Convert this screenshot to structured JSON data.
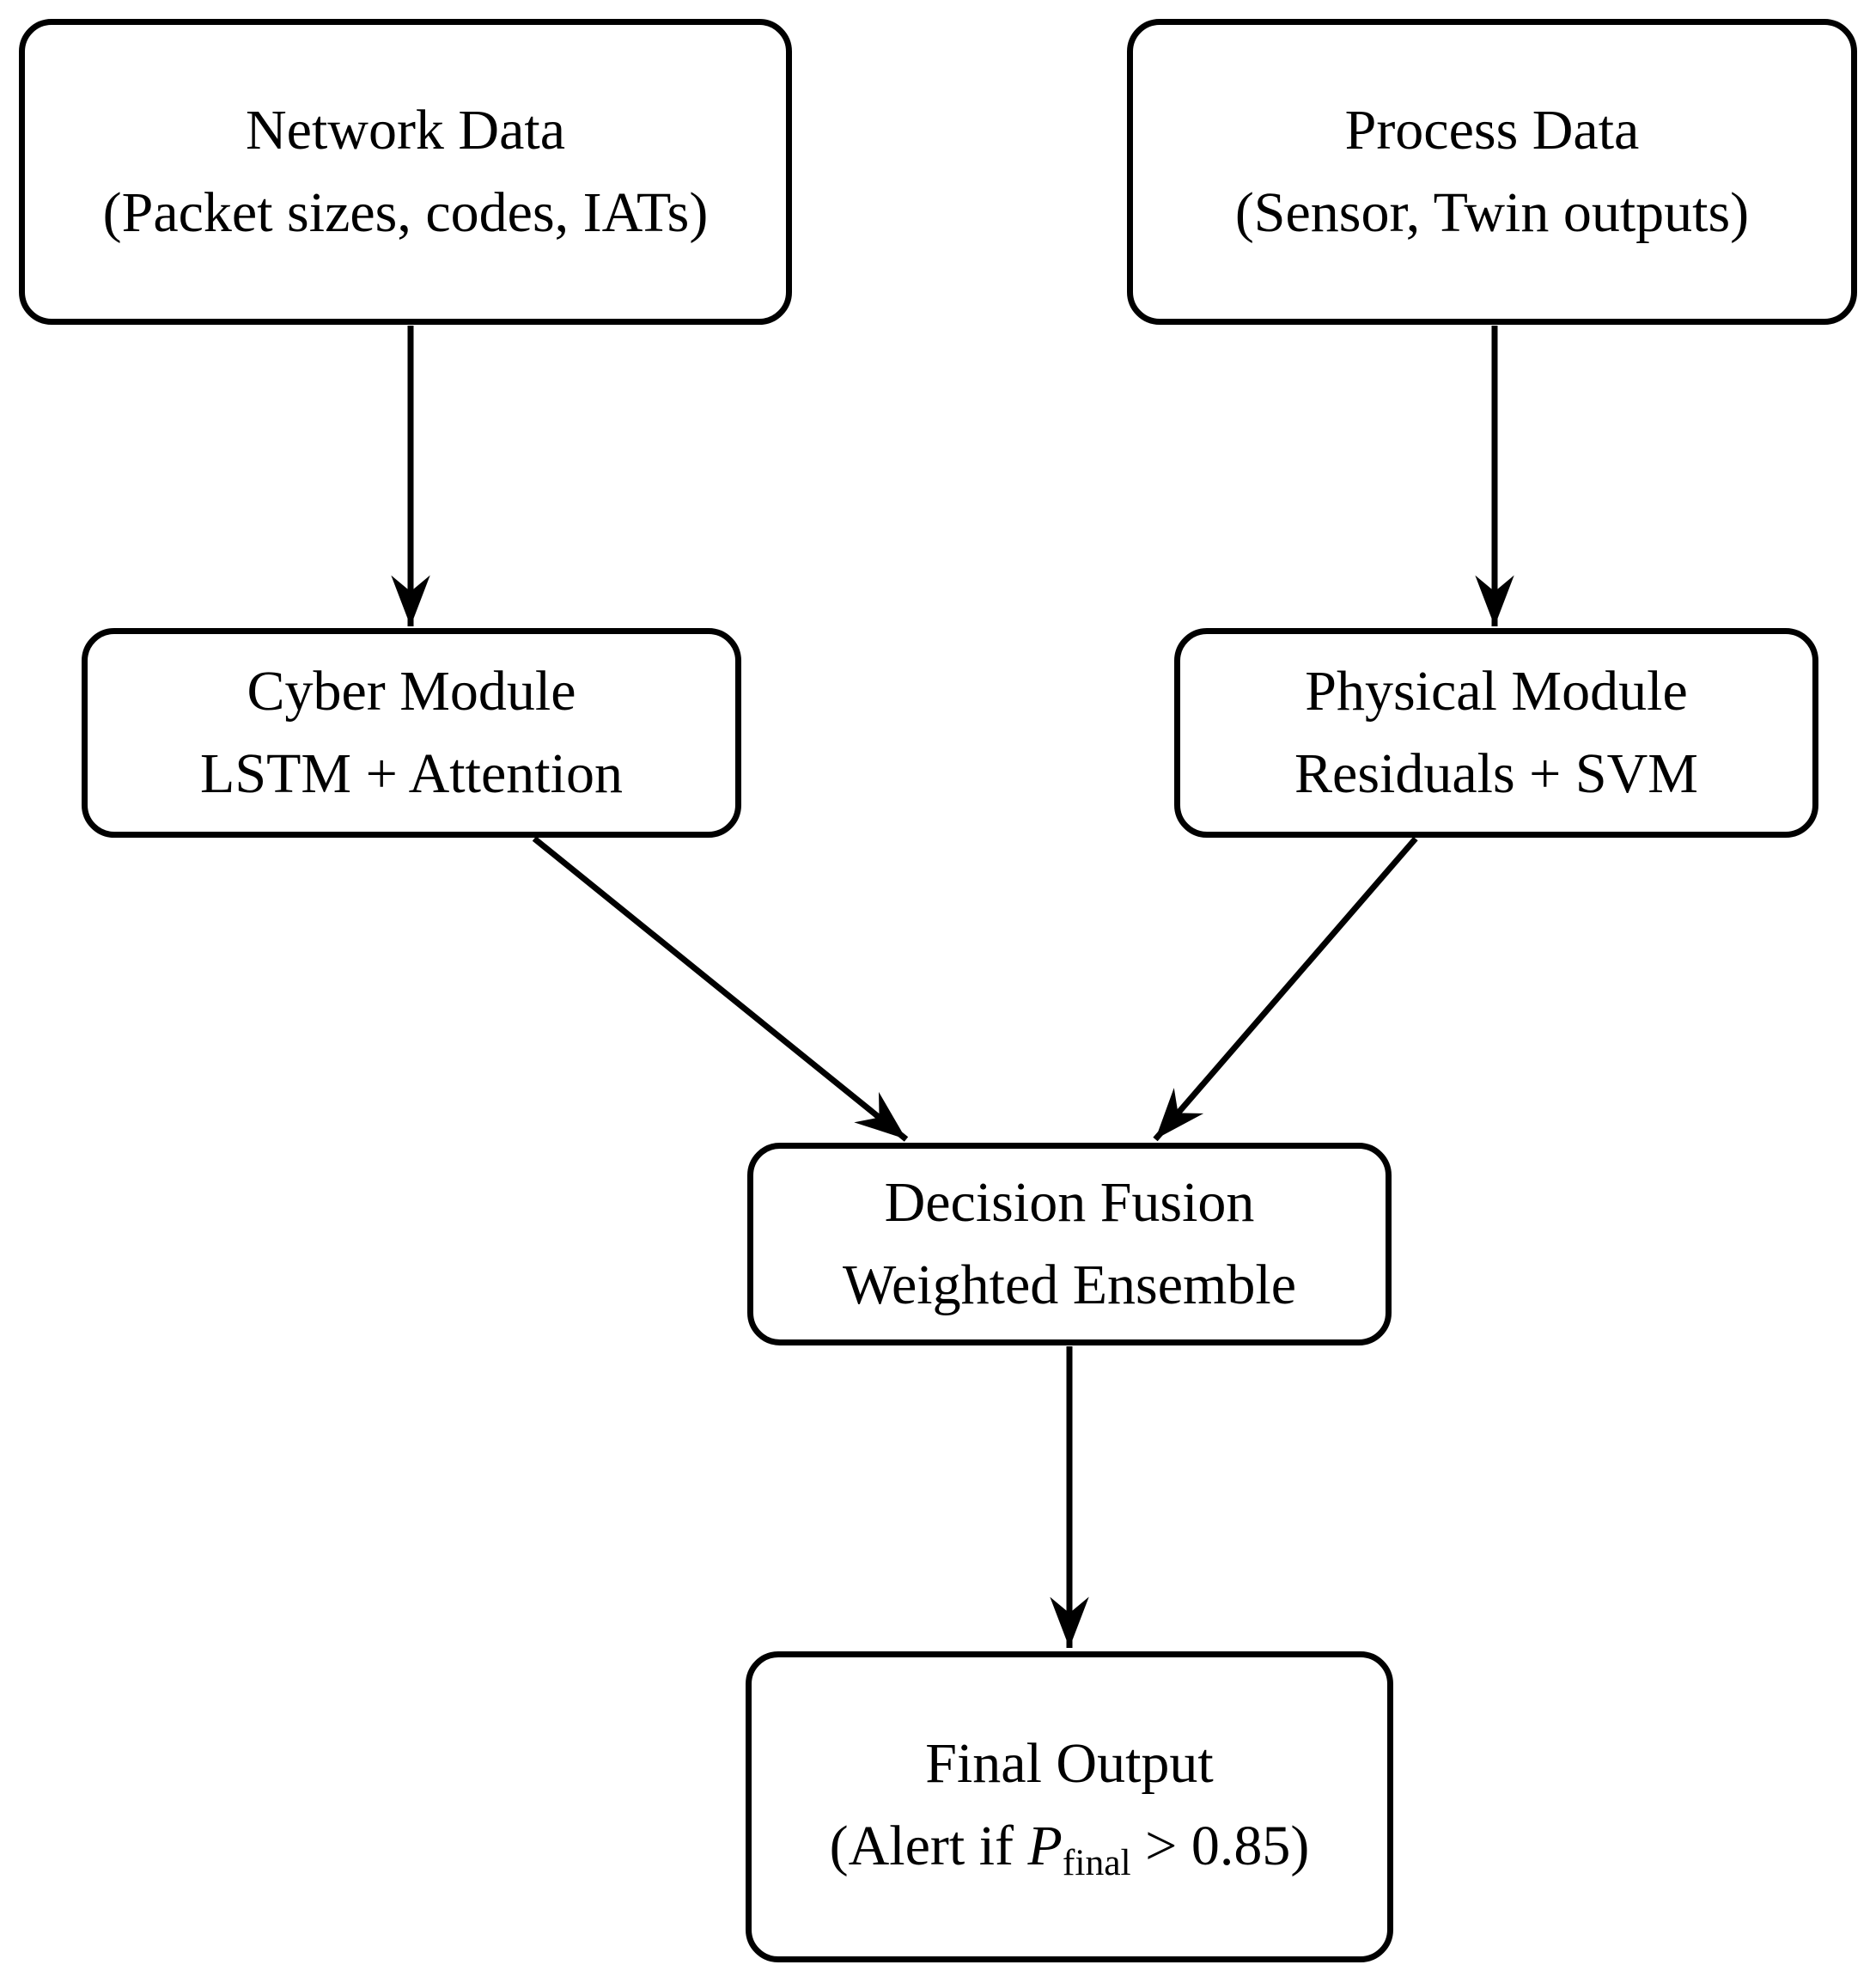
{
  "diagram": {
    "background_color": "#ffffff",
    "stroke_color": "#000000",
    "text_color": "#000000",
    "nodes": [
      {
        "id": "network-data",
        "line1": "Network Data",
        "line2": "(Packet sizes, codes, IATs)"
      },
      {
        "id": "process-data",
        "line1": "Process Data",
        "line2": "(Sensor, Twin outputs)"
      },
      {
        "id": "cyber-module",
        "line1": "Cyber Module",
        "line2": "LSTM + Attention"
      },
      {
        "id": "physical-module",
        "line1": "Physical Module",
        "line2": "Residuals + SVM"
      },
      {
        "id": "decision-fusion",
        "line1": "Decision Fusion",
        "line2": "Weighted Ensemble"
      },
      {
        "id": "final-output",
        "line1": "Final Output",
        "line2_prefix": "(Alert if ",
        "line2_var": "P",
        "line2_sub": "final",
        "line2_suffix": " > 0.85)"
      }
    ],
    "edges": [
      {
        "from": "network-data",
        "to": "cyber-module"
      },
      {
        "from": "process-data",
        "to": "physical-module"
      },
      {
        "from": "cyber-module",
        "to": "decision-fusion"
      },
      {
        "from": "physical-module",
        "to": "decision-fusion"
      },
      {
        "from": "decision-fusion",
        "to": "final-output"
      }
    ]
  }
}
